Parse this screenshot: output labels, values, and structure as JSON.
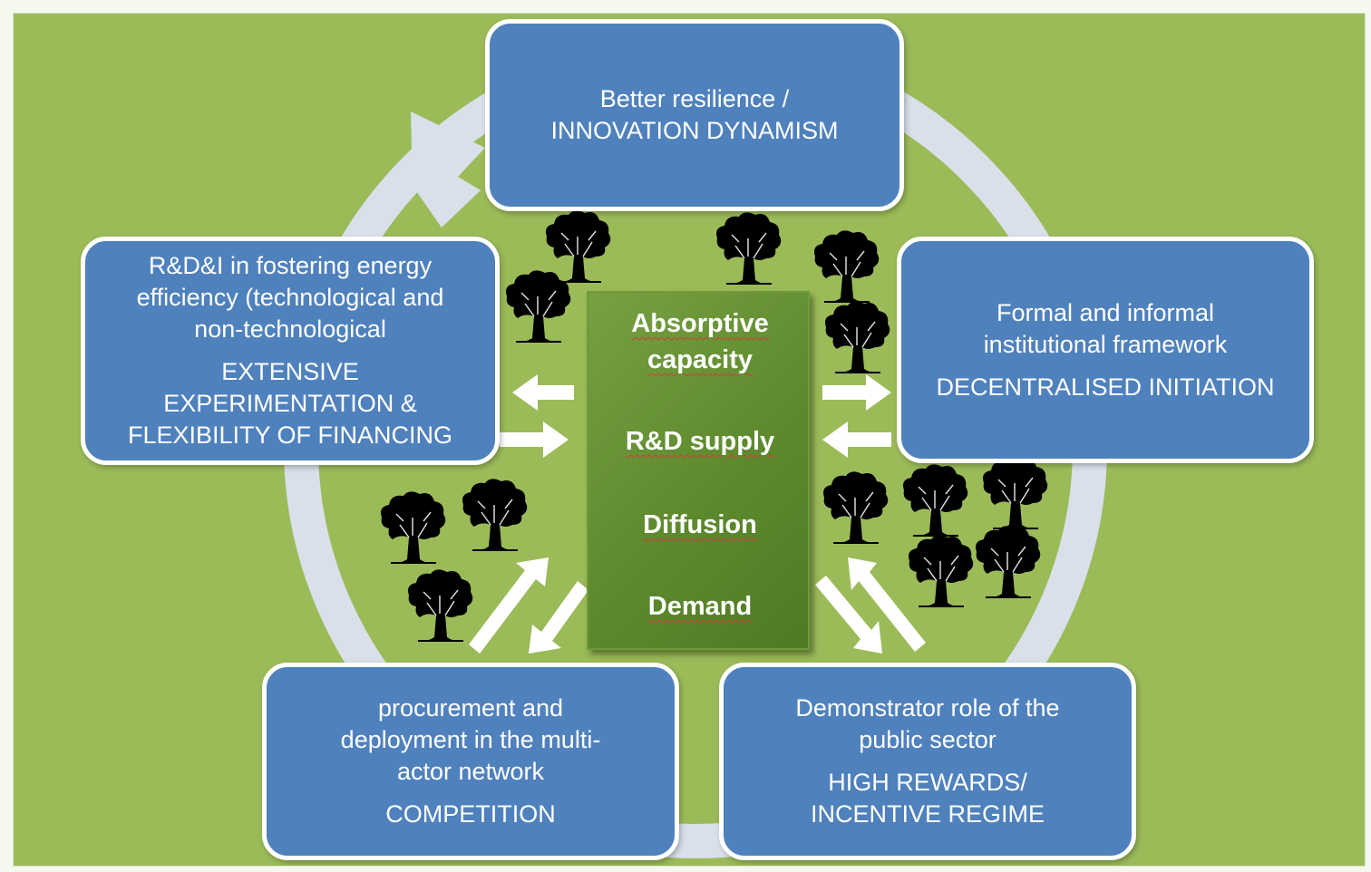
{
  "diagram": {
    "colors": {
      "background": "#9bbb59",
      "box_fill": "#4f81bd",
      "box_border": "#ffffff",
      "cycle_ring": "#d9e0ea",
      "center_fill": "#6b9636",
      "tree": "#000000"
    },
    "top_box": {
      "line1": "Better resilience /",
      "line2": "INNOVATION DYNAMISM"
    },
    "left_box": {
      "line1": "R&D&I in fostering energy",
      "line2": "efficiency (technological and",
      "line3": "non-technological",
      "caps1": "EXTENSIVE",
      "caps2": "EXPERIMENTATION &",
      "caps3": "FLEXIBILITY OF FINANCING"
    },
    "right_box": {
      "line1": "Formal and informal",
      "line2": "institutional framework",
      "caps1": "DECENTRALISED  INITIATION"
    },
    "bottom_left_box": {
      "line1": "procurement and",
      "line2": "deployment in the multi-",
      "line3": "actor network",
      "caps1": "COMPETITION"
    },
    "bottom_right_box": {
      "line1": "Demonstrator role of the",
      "line2": "public sector",
      "caps1": "HIGH REWARDS/",
      "caps2": "INCENTIVE REGIME"
    },
    "center": {
      "item1a": "Absorptive",
      "item1b": "capacity",
      "item2": "R&D supply",
      "item3": "Diffusion",
      "item4": "Demand"
    },
    "icons": [
      "tree-icon",
      "cycle-arrow",
      "double-arrow"
    ]
  }
}
